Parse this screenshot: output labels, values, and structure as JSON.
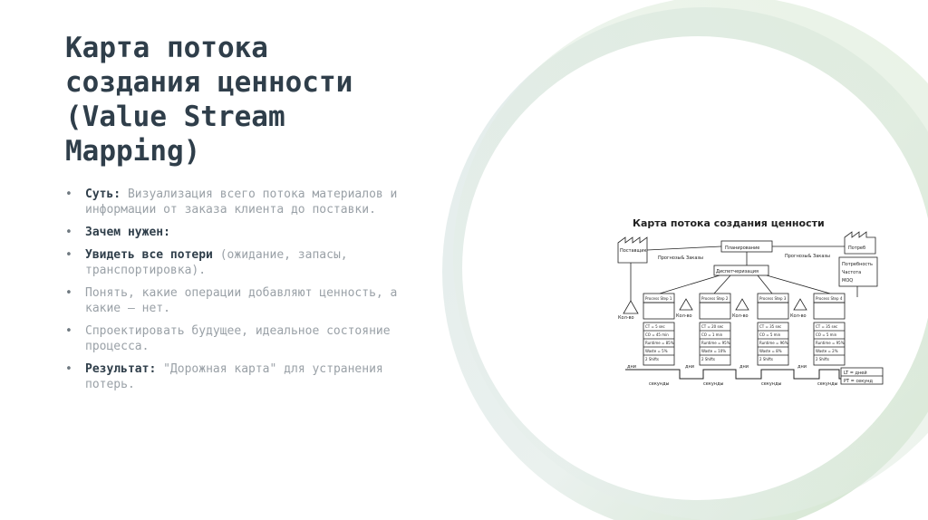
{
  "slide": {
    "title_lines": [
      "Карта потока",
      "создания ценности",
      "(Value Stream",
      "Mapping)"
    ],
    "bullets": [
      {
        "label": "Суть:",
        "text": " Визуализация всего потока материалов и информации от заказа клиента до поставки."
      },
      {
        "label": "Зачем нужен:",
        "text": ""
      },
      {
        "label": "Увидеть все потери",
        "text": " (ожидание, запасы, транспортировка)."
      },
      {
        "label": "",
        "text": "Понять, какие операции добавляют ценность, а какие — нет."
      },
      {
        "label": "",
        "text": "Спроектировать будущее, идеальное состояние процесса."
      },
      {
        "label": "Результат:",
        "text": " \"Дорожная карта\" для устранения потерь."
      }
    ],
    "bullet_glyph": "•"
  },
  "diagram": {
    "title": "Карта потока создания ценности",
    "supplier": "Поставщик",
    "customer": "Потреб",
    "customer_info": [
      "Потребность",
      "Частота",
      "MOQ"
    ],
    "planning": "Планирование",
    "dispatch": "Диспетчеризация",
    "forecast_left": "Прогнозы& Заказы",
    "forecast_right": "Прогнозы& Заказы",
    "inventory_label": "Кол-во",
    "process_names": [
      "Process Step 1",
      "Process Step 2",
      "Process Step 3",
      "Process Step 4"
    ],
    "process_data": [
      [
        "CT = 5 sec",
        "CO = 45 min",
        "Runtime = 85%",
        "Waste = 5%",
        "2 Shifts"
      ],
      [
        "CT = 20 sec",
        "CO = 1 min",
        "Runtime = 95%",
        "Waste = 10%",
        "2 Shifts"
      ],
      [
        "CT = 35 sec",
        "CO = 5 min",
        "Runtime = 96%",
        "Waste = 8%",
        "2 Shifts"
      ],
      [
        "CT = 35 sec",
        "CO = 5 min",
        "Runtime = 95%",
        "Waste = 2%",
        "2 Shifts"
      ]
    ],
    "days": "дни",
    "seconds": "секунды",
    "summary": [
      "LT = дней",
      "PT = секунд"
    ],
    "colors": {
      "line": "#222222",
      "ring_light": "#dde9e8",
      "ring_green": "#c9e1c3",
      "text": "#2f3e4a"
    }
  }
}
